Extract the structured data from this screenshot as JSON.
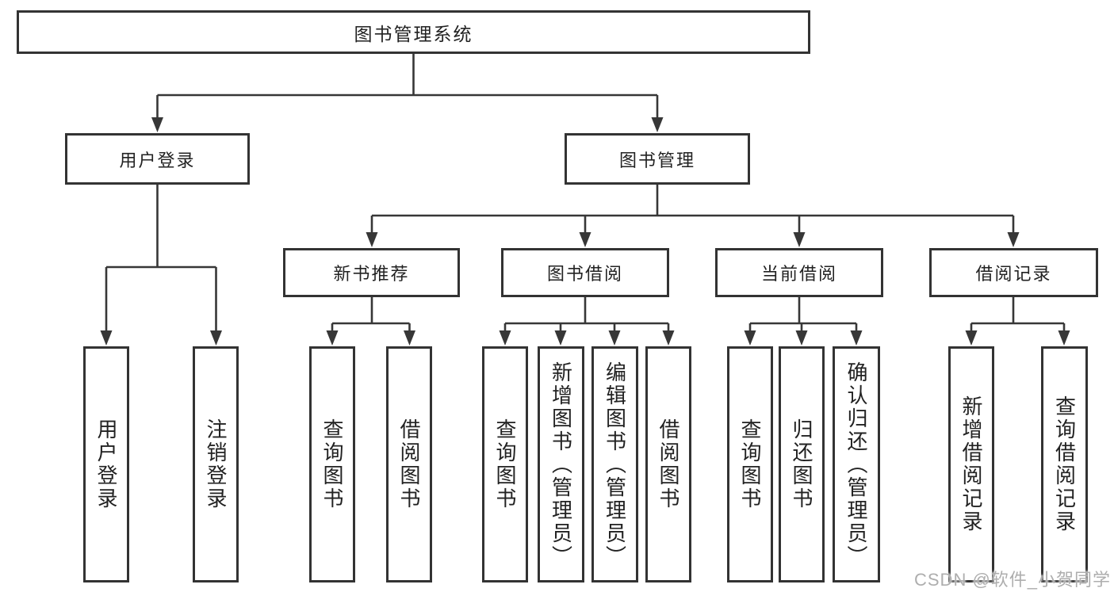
{
  "diagram": {
    "title": "图书管理系统",
    "level2": {
      "user_login": "用户登录",
      "book_management": "图书管理"
    },
    "level3": {
      "new_book_recommend": "新书推荐",
      "book_borrow": "图书借阅",
      "current_borrow": "当前借阅",
      "borrow_records": "借阅记录"
    },
    "leaves": {
      "user_login_group": [
        "用户登录",
        "注销登录"
      ],
      "new_book_group": [
        "查询图书",
        "借阅图书"
      ],
      "book_borrow_group": [
        "查询图书",
        "新增图书（管理员）",
        "编辑图书（管理员）",
        "借阅图书"
      ],
      "current_borrow_group": [
        "查询图书",
        "归还图书",
        "确认归还（管理员）"
      ],
      "borrow_records_group": [
        "新增借阅记录",
        "查询借阅记录"
      ]
    }
  },
  "colors": {
    "line": "#373737",
    "border": "#333333",
    "text": "#222222",
    "watermark": "#aeaeae",
    "background": "#ffffff"
  },
  "watermark": "CSDN @软件_小贺同学"
}
